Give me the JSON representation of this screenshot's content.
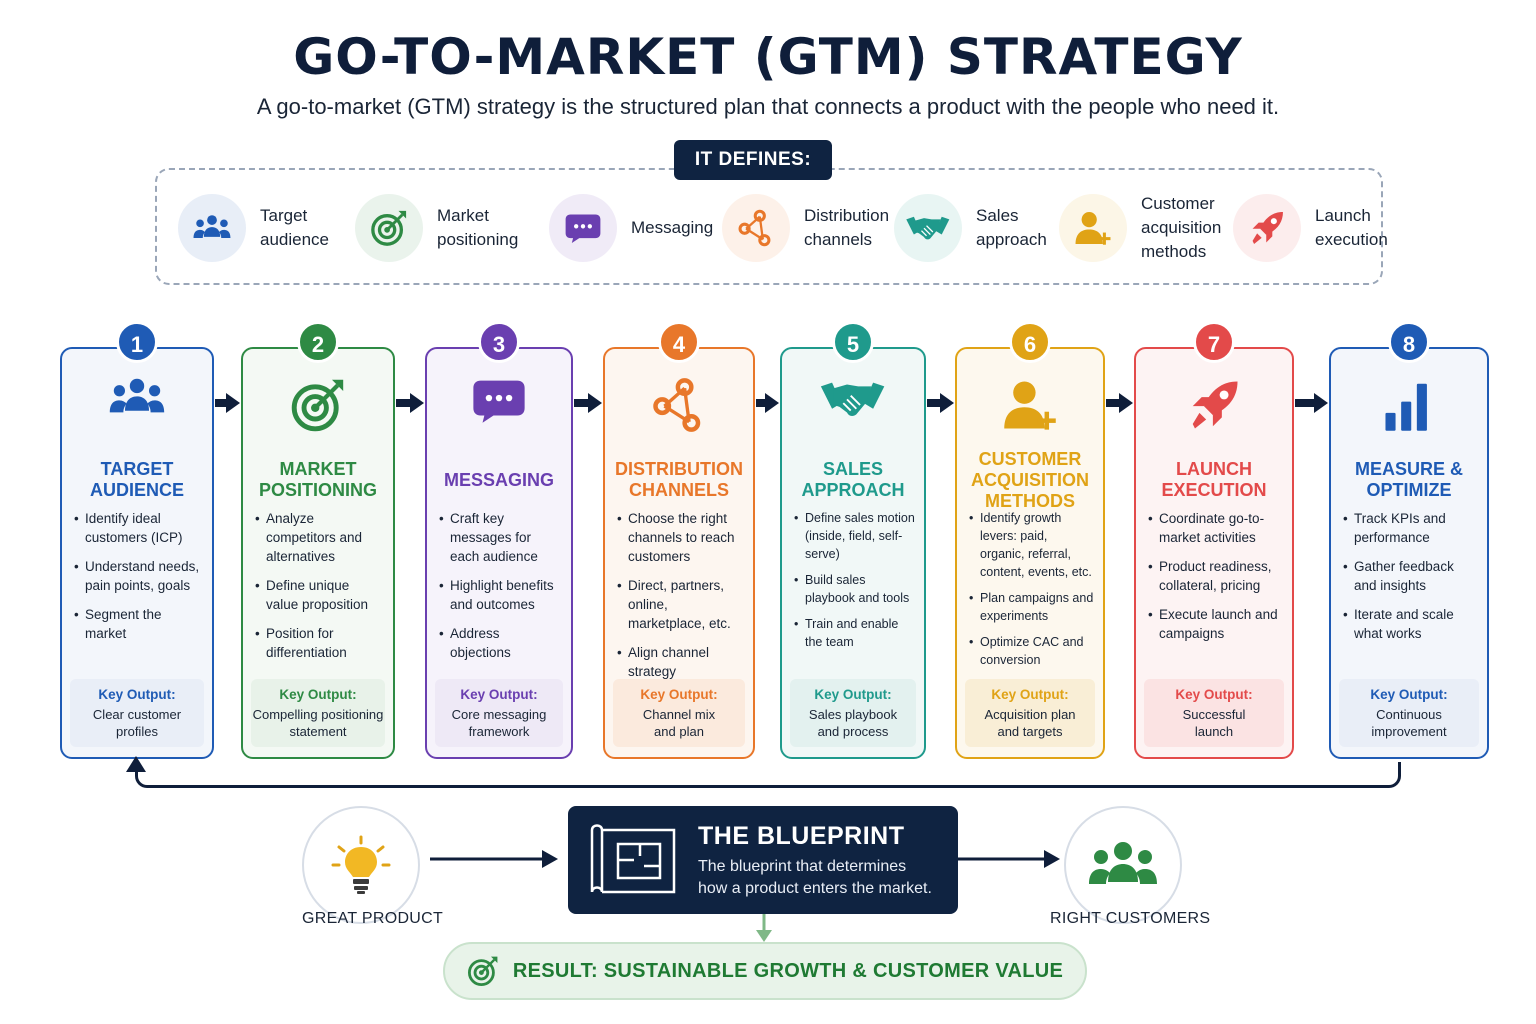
{
  "header": {
    "title": "GO-TO-MARKET (GTM) STRATEGY",
    "subtitle": "A go-to-market (GTM) strategy is the structured plan that connects a product with the people who need it."
  },
  "defines": {
    "label": "IT DEFINES:",
    "items": [
      {
        "label": "Target\naudience",
        "icon": "people-icon",
        "color": "#1f5bb5"
      },
      {
        "label": "Market\npositioning",
        "icon": "target-icon",
        "color": "#2e8a44"
      },
      {
        "label": "Messaging",
        "icon": "chat-bubble-icon",
        "color": "#6a3fb0"
      },
      {
        "label": "Distribution\nchannels",
        "icon": "network-icon",
        "color": "#e8772a"
      },
      {
        "label": "Sales\napproach",
        "icon": "handshake-icon",
        "color": "#1f9a8c"
      },
      {
        "label": "Customer\nacquisition\nmethods",
        "icon": "add-user-icon",
        "color": "#e0a316"
      },
      {
        "label": "Launch\nexecution",
        "icon": "rocket-icon",
        "color": "#e34a4a"
      }
    ]
  },
  "steps": [
    {
      "number": "1",
      "title": "TARGET\nAUDIENCE",
      "icon": "people-icon",
      "color": "#1f5bb5",
      "tint": "#f3f6fb",
      "key_bg": "#e9eef7",
      "bullets": [
        "Identify ideal customers (ICP)",
        "Understand needs, pain points, goals",
        "Segment the market"
      ],
      "key_label": "Key Output:",
      "key_text": "Clear customer\nprofiles"
    },
    {
      "number": "2",
      "title": "MARKET\nPOSITIONING",
      "icon": "target-icon",
      "color": "#2e8a44",
      "tint": "#f4f9f4",
      "key_bg": "#e8f2e9",
      "bullets": [
        "Analyze competitors and alternatives",
        "Define unique value proposition",
        "Position for differentiation"
      ],
      "key_label": "Key Output:",
      "key_text": "Compelling positioning\nstatement"
    },
    {
      "number": "3",
      "title": "MESSAGING",
      "icon": "chat-bubble-icon",
      "color": "#6a3fb0",
      "tint": "#f6f3fb",
      "key_bg": "#eee9f6",
      "bullets": [
        "Craft key messages for each audience",
        "Highlight benefits and outcomes",
        "Address objections"
      ],
      "key_label": "Key Output:",
      "key_text": "Core messaging\nframework"
    },
    {
      "number": "4",
      "title": "DISTRIBUTION\nCHANNELS",
      "icon": "network-icon",
      "color": "#e8772a",
      "tint": "#fdf6f0",
      "key_bg": "#fbeadd",
      "bullets": [
        "Choose the right channels to reach customers",
        "Direct, partners, online, marketplace, etc.",
        "Align channel strategy"
      ],
      "key_label": "Key Output:",
      "key_text": "Channel mix\nand plan"
    },
    {
      "number": "5",
      "title": "SALES\nAPPROACH",
      "icon": "handshake-icon",
      "color": "#1f9a8c",
      "tint": "#f1f8f7",
      "key_bg": "#e3f1ef",
      "bullets": [
        "Define sales motion (inside, field, self-serve)",
        "Build sales playbook and tools",
        "Train and enable the team"
      ],
      "key_label": "Key Output:",
      "key_text": "Sales playbook\nand process"
    },
    {
      "number": "6",
      "title": "CUSTOMER\nACQUISITION\nMETHODS",
      "icon": "add-user-icon",
      "color": "#e0a316",
      "tint": "#fdf8ee",
      "key_bg": "#f9eed6",
      "bullets": [
        "Identify growth levers: paid, organic, referral, content, events, etc.",
        "Plan campaigns and experiments",
        "Optimize CAC and conversion"
      ],
      "key_label": "Key Output:",
      "key_text": "Acquisition plan\nand targets"
    },
    {
      "number": "7",
      "title": "LAUNCH\nEXECUTION",
      "icon": "rocket-icon",
      "color": "#e34a4a",
      "tint": "#fdf3f3",
      "key_bg": "#fbe3e3",
      "bullets": [
        "Coordinate go-to-market activities",
        "Product readiness, collateral, pricing",
        "Execute launch and campaigns"
      ],
      "key_label": "Key Output:",
      "key_text": "Successful\nlaunch"
    },
    {
      "number": "8",
      "title": "MEASURE &\nOPTIMIZE",
      "icon": "bar-chart-icon",
      "color": "#1f5bb5",
      "tint": "#f3f6fb",
      "key_bg": "#e9eef7",
      "bullets": [
        "Track KPIs and performance",
        "Gather feedback and insights",
        "Iterate and scale what works"
      ],
      "key_label": "Key Output:",
      "key_text": "Continuous\nimprovement"
    }
  ],
  "bottom": {
    "left_label": "GREAT PRODUCT",
    "right_label": "RIGHT CUSTOMERS",
    "blueprint_title": "THE BLUEPRINT",
    "blueprint_text": "The blueprint that determines\nhow a product enters the market.",
    "result_text": "RESULT:  SUSTAINABLE GROWTH & CUSTOMER VALUE"
  }
}
